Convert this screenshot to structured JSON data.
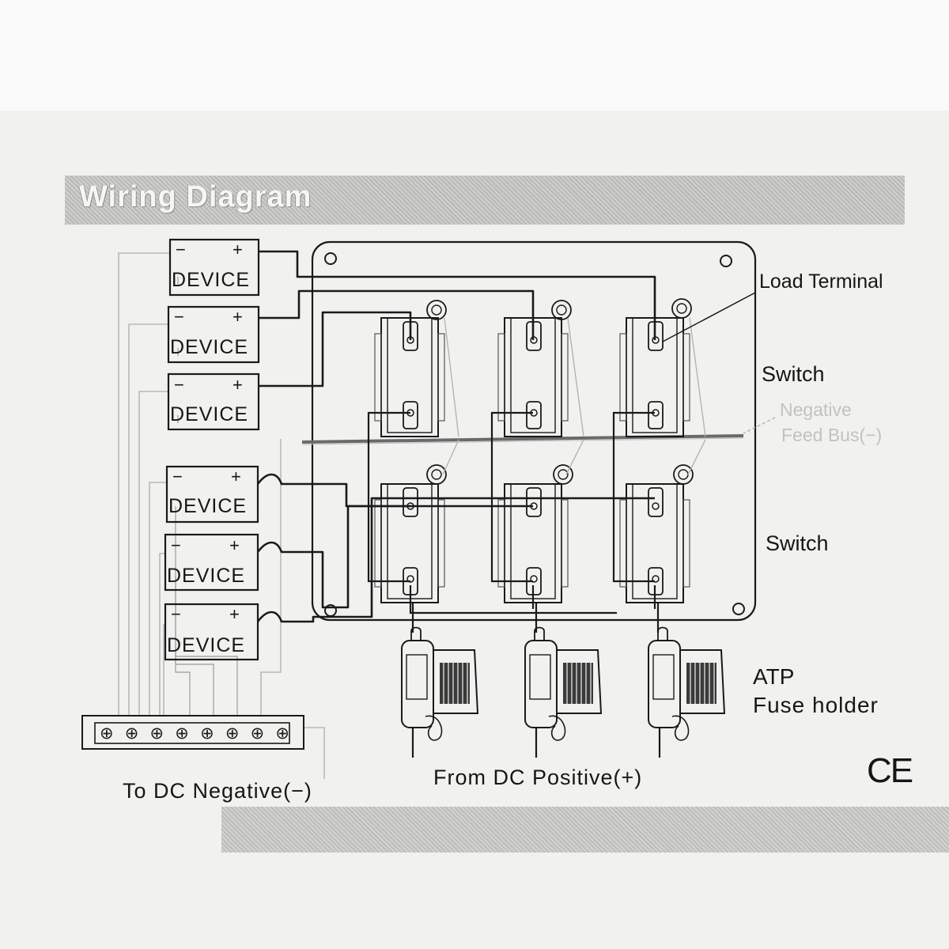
{
  "header": {
    "title": "Wiring Diagram"
  },
  "devices": [
    {
      "label": "DEVICE",
      "minus": "−",
      "plus": "+"
    },
    {
      "label": "DEVICE",
      "minus": "−",
      "plus": "+"
    },
    {
      "label": "DEVICE",
      "minus": "−",
      "plus": "+"
    },
    {
      "label": "DEVICE",
      "minus": "−",
      "plus": "+"
    },
    {
      "label": "DEVICE",
      "minus": "−",
      "plus": "+"
    },
    {
      "label": "DEVICE",
      "minus": "−",
      "plus": "+"
    }
  ],
  "labels": {
    "load_terminal": "Load Terminal",
    "switch_top": "Switch",
    "negative_feed_bus_line1": "Negative",
    "negative_feed_bus_line2": "Feed Bus(−)",
    "switch_bottom": "Switch",
    "atp_line1": "ATP",
    "atp_line2": "Fuse holder",
    "from_dc_positive": "From DC Positive(+)",
    "to_dc_negative": "To DC Negative(−)",
    "ce_mark": "CE"
  },
  "terminal_block": {
    "terminal_count": 8,
    "symbol": "⊕"
  }
}
